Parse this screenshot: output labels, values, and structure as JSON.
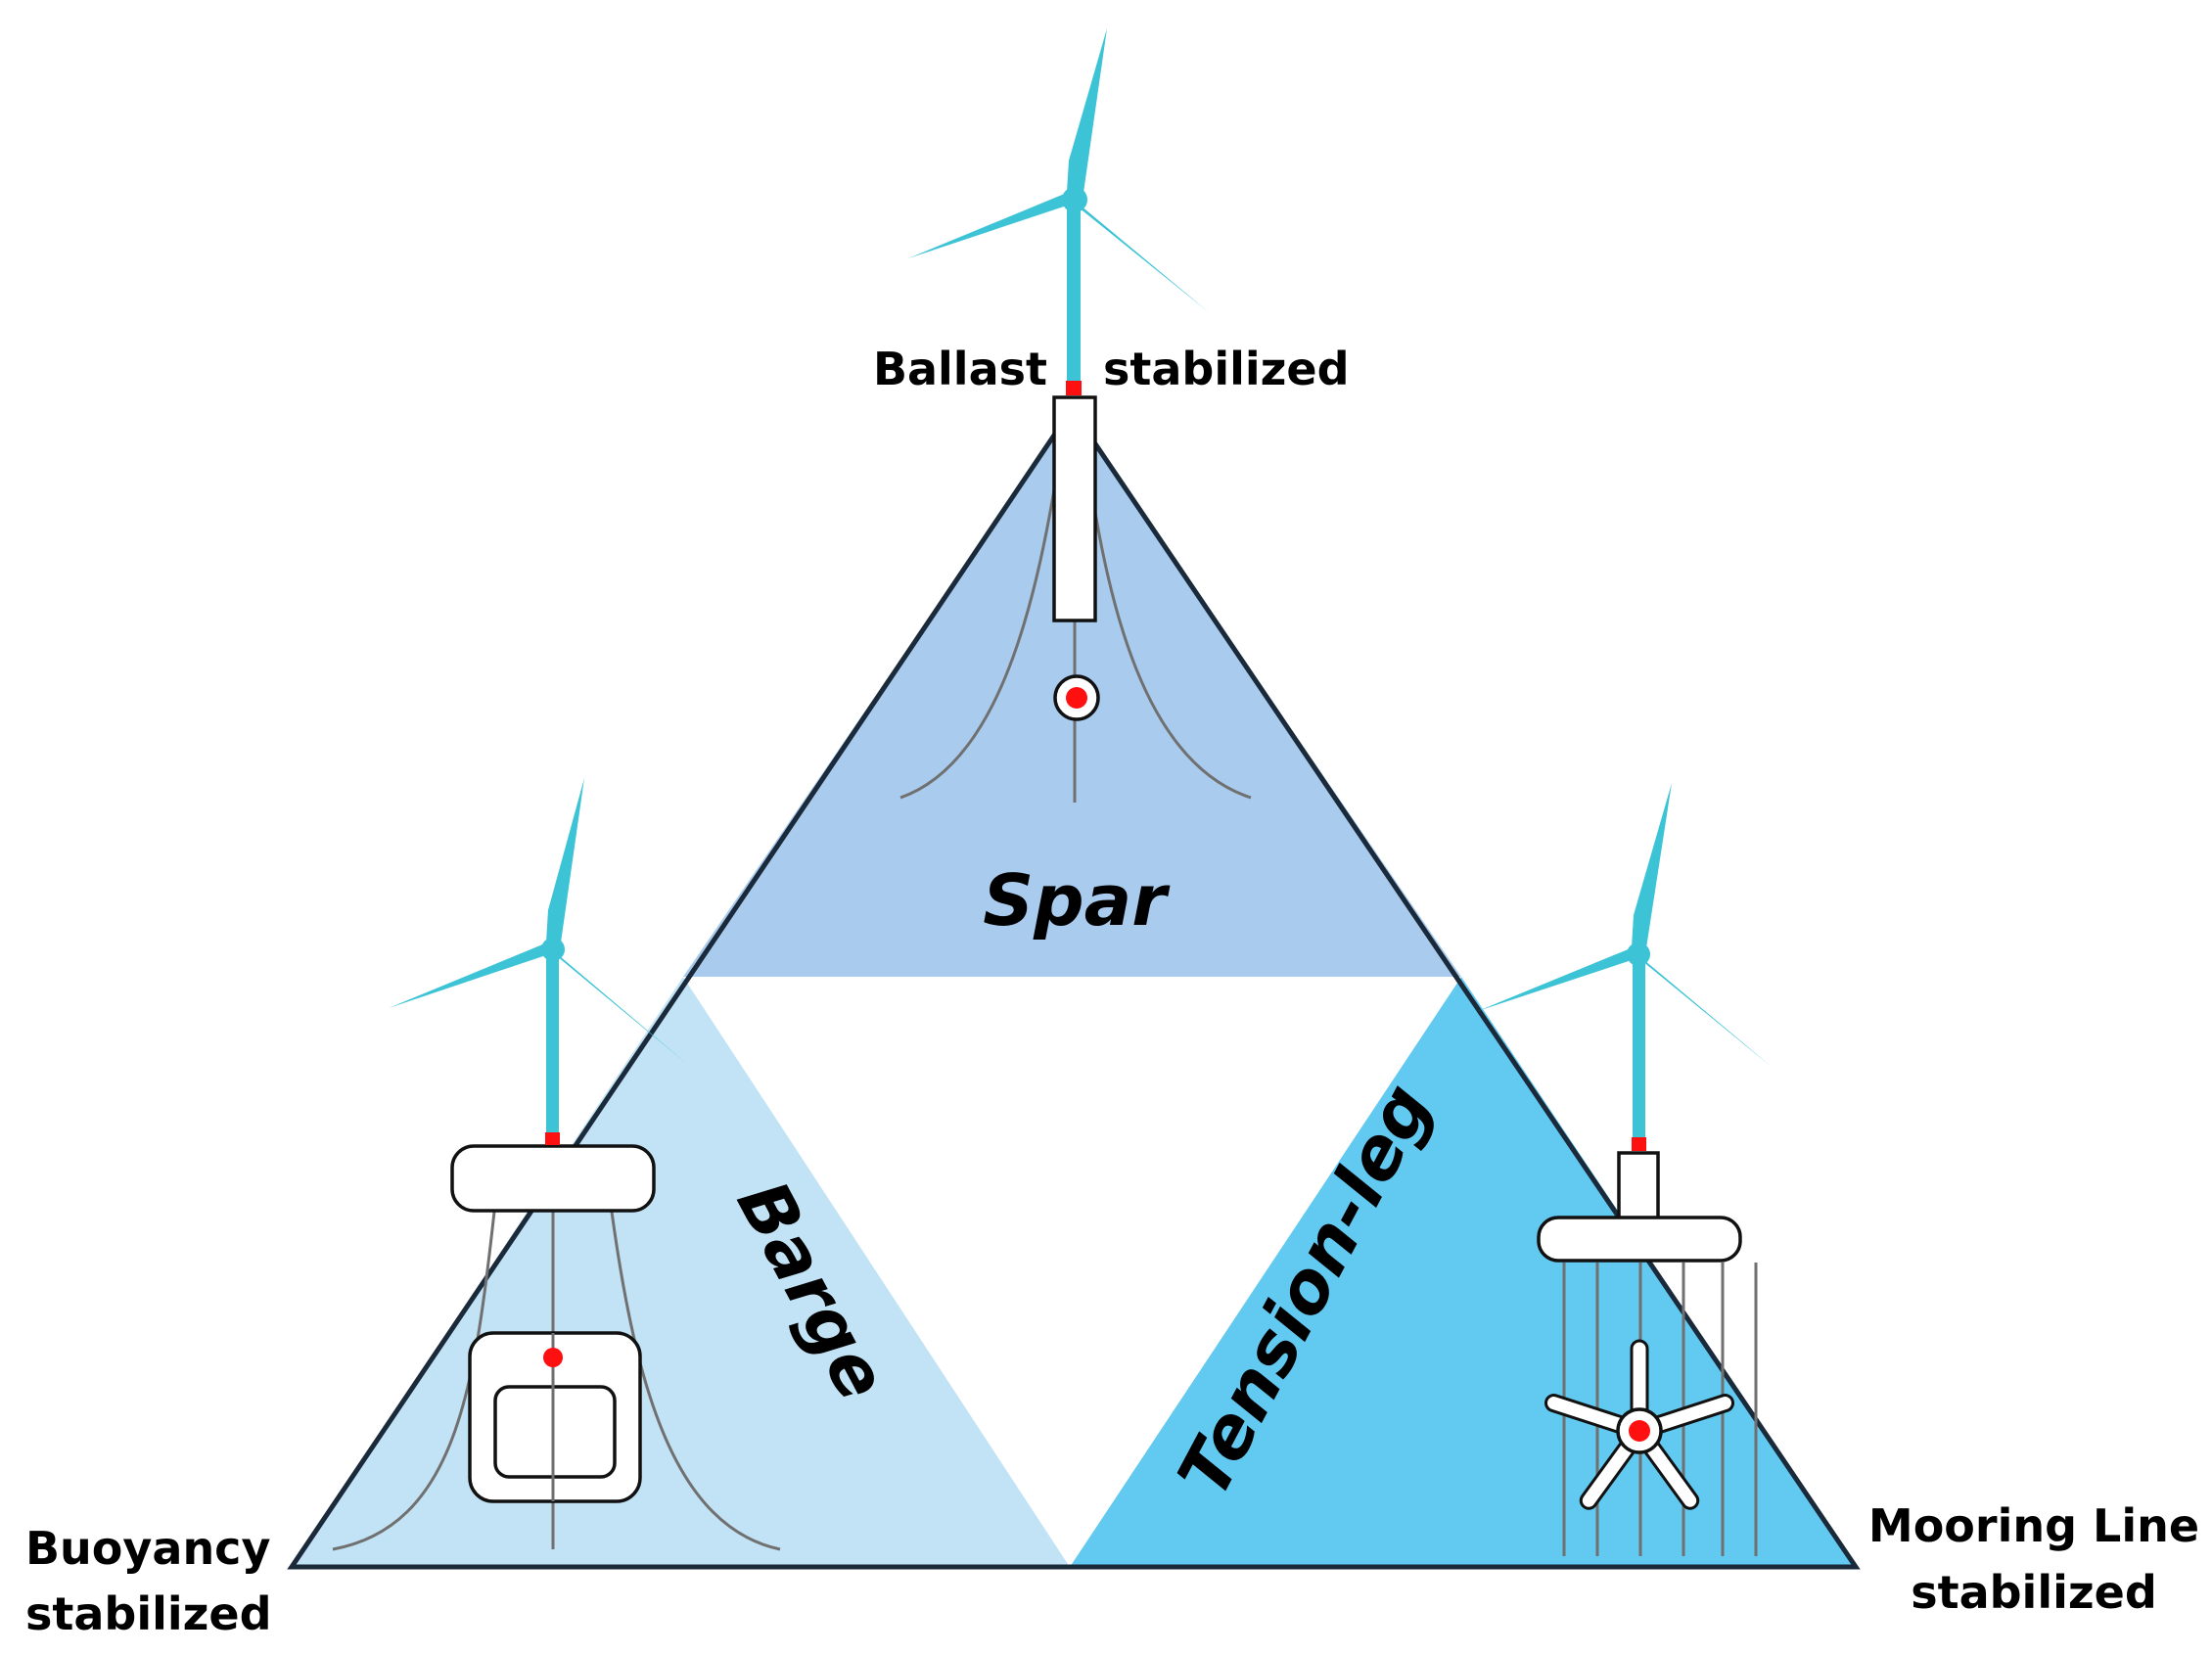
{
  "labels": {
    "top_left": "Ballast",
    "top_right": "stabilized",
    "left_line1": "Buoyancy",
    "left_line2": "stabilized",
    "right_line1": "Mooring Line",
    "right_line2": "stabilized"
  },
  "regions": {
    "spar": "Spar",
    "barge": "Barge",
    "tension_leg": "Tension-leg"
  },
  "colors": {
    "spar_fill": "#a8cbee",
    "barge_fill": "#c2e3f5",
    "tension_leg_fill": "#62c9f1",
    "outline": "#1a2a3a",
    "turbine": "#3cc3d6",
    "center_of_gravity": "#ff1010"
  }
}
